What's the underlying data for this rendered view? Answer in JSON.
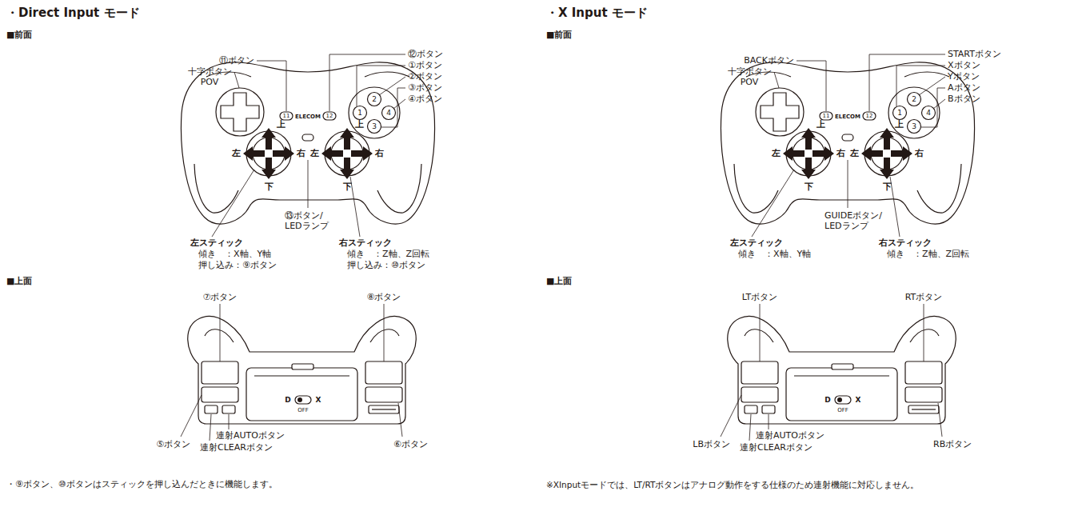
{
  "diagram": {
    "labels": [
      "・Direct Input モード",
      "■前面",
      "⑪ボタン",
      "十字ボタン POV",
      "⑫ボタン",
      "①ボタン",
      "②ボタン",
      "③ボタン",
      "④ボタン",
      "上",
      "左",
      "右",
      "下",
      "上",
      "左",
      "右",
      "下",
      "⑬ボタン/ LEDランプ",
      "左スティック",
      "傾き　：X軸、Y軸",
      "押し込み：⑨ボタン",
      "右スティック",
      "傾き　：Z軸、Z回転",
      "押し込み：⑩ボタン",
      "■上面",
      "⑦ボタン",
      "⑧ボタン",
      "⑤ボタン",
      "連射AUTOボタン",
      "連射CLEARボタン",
      "⑥ボタン",
      "・⑨ボタン、⑩ボタンはスティックを押し込んだときに機能します。",
      "ELECOM",
      "11",
      "12",
      "1",
      "2",
      "3",
      "4",
      "D",
      "X",
      "OFF",
      "・X Input モード",
      "■前面",
      "BACKボタン",
      "十字ボタン POV",
      "STARTボタン",
      "Xボタン",
      "Yボタン",
      "Aボタン",
      "Bボタン",
      "上",
      "左",
      "右",
      "下",
      "上",
      "左",
      "右",
      "下",
      "GUIDEボタン/ LEDランプ",
      "左スティック",
      "傾き　：X軸、Y軸",
      "右スティック",
      "傾き　：Z軸、Z回転",
      "■上面",
      "LTボタン",
      "RTボタン",
      "LBボタン",
      "連射AUTOボタン",
      "連射CLEARボタン",
      "RBボタン",
      "※XInputモードでは、LT/RTボタンはアナログ動作をする仕様のため連射機能に対応しません。",
      "ELECOM",
      "11",
      "12",
      "1",
      "2",
      "3",
      "4",
      "D",
      "X",
      "OFF"
    ]
  }
}
